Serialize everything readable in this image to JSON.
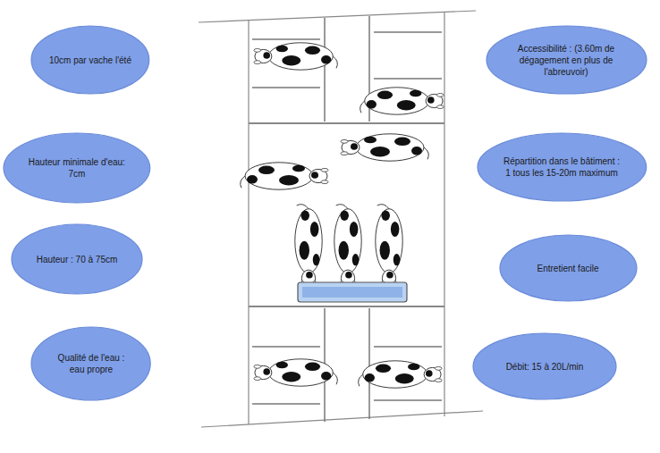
{
  "diagram": {
    "nodes": [
      {
        "text": [
          "10cm par vache l'été"
        ]
      },
      {
        "text": [
          "Accessibilité : (3.60m de dégagement en plus de l'abreuvoir)"
        ]
      },
      {
        "text": [
          "Hauteur minimale d'eau: 7cm"
        ]
      },
      {
        "text": [
          "Répartition dans le bâtiment : 1 tous les 15-20m maximum"
        ]
      },
      {
        "text": [
          "Hauteur : 70 à 75cm"
        ]
      },
      {
        "text": [
          "Entretient facile"
        ]
      },
      {
        "text": [
          "Qualité de l'eau : eau propre"
        ]
      },
      {
        "text": [
          "Débit: 15 à 20L/min"
        ]
      }
    ]
  }
}
